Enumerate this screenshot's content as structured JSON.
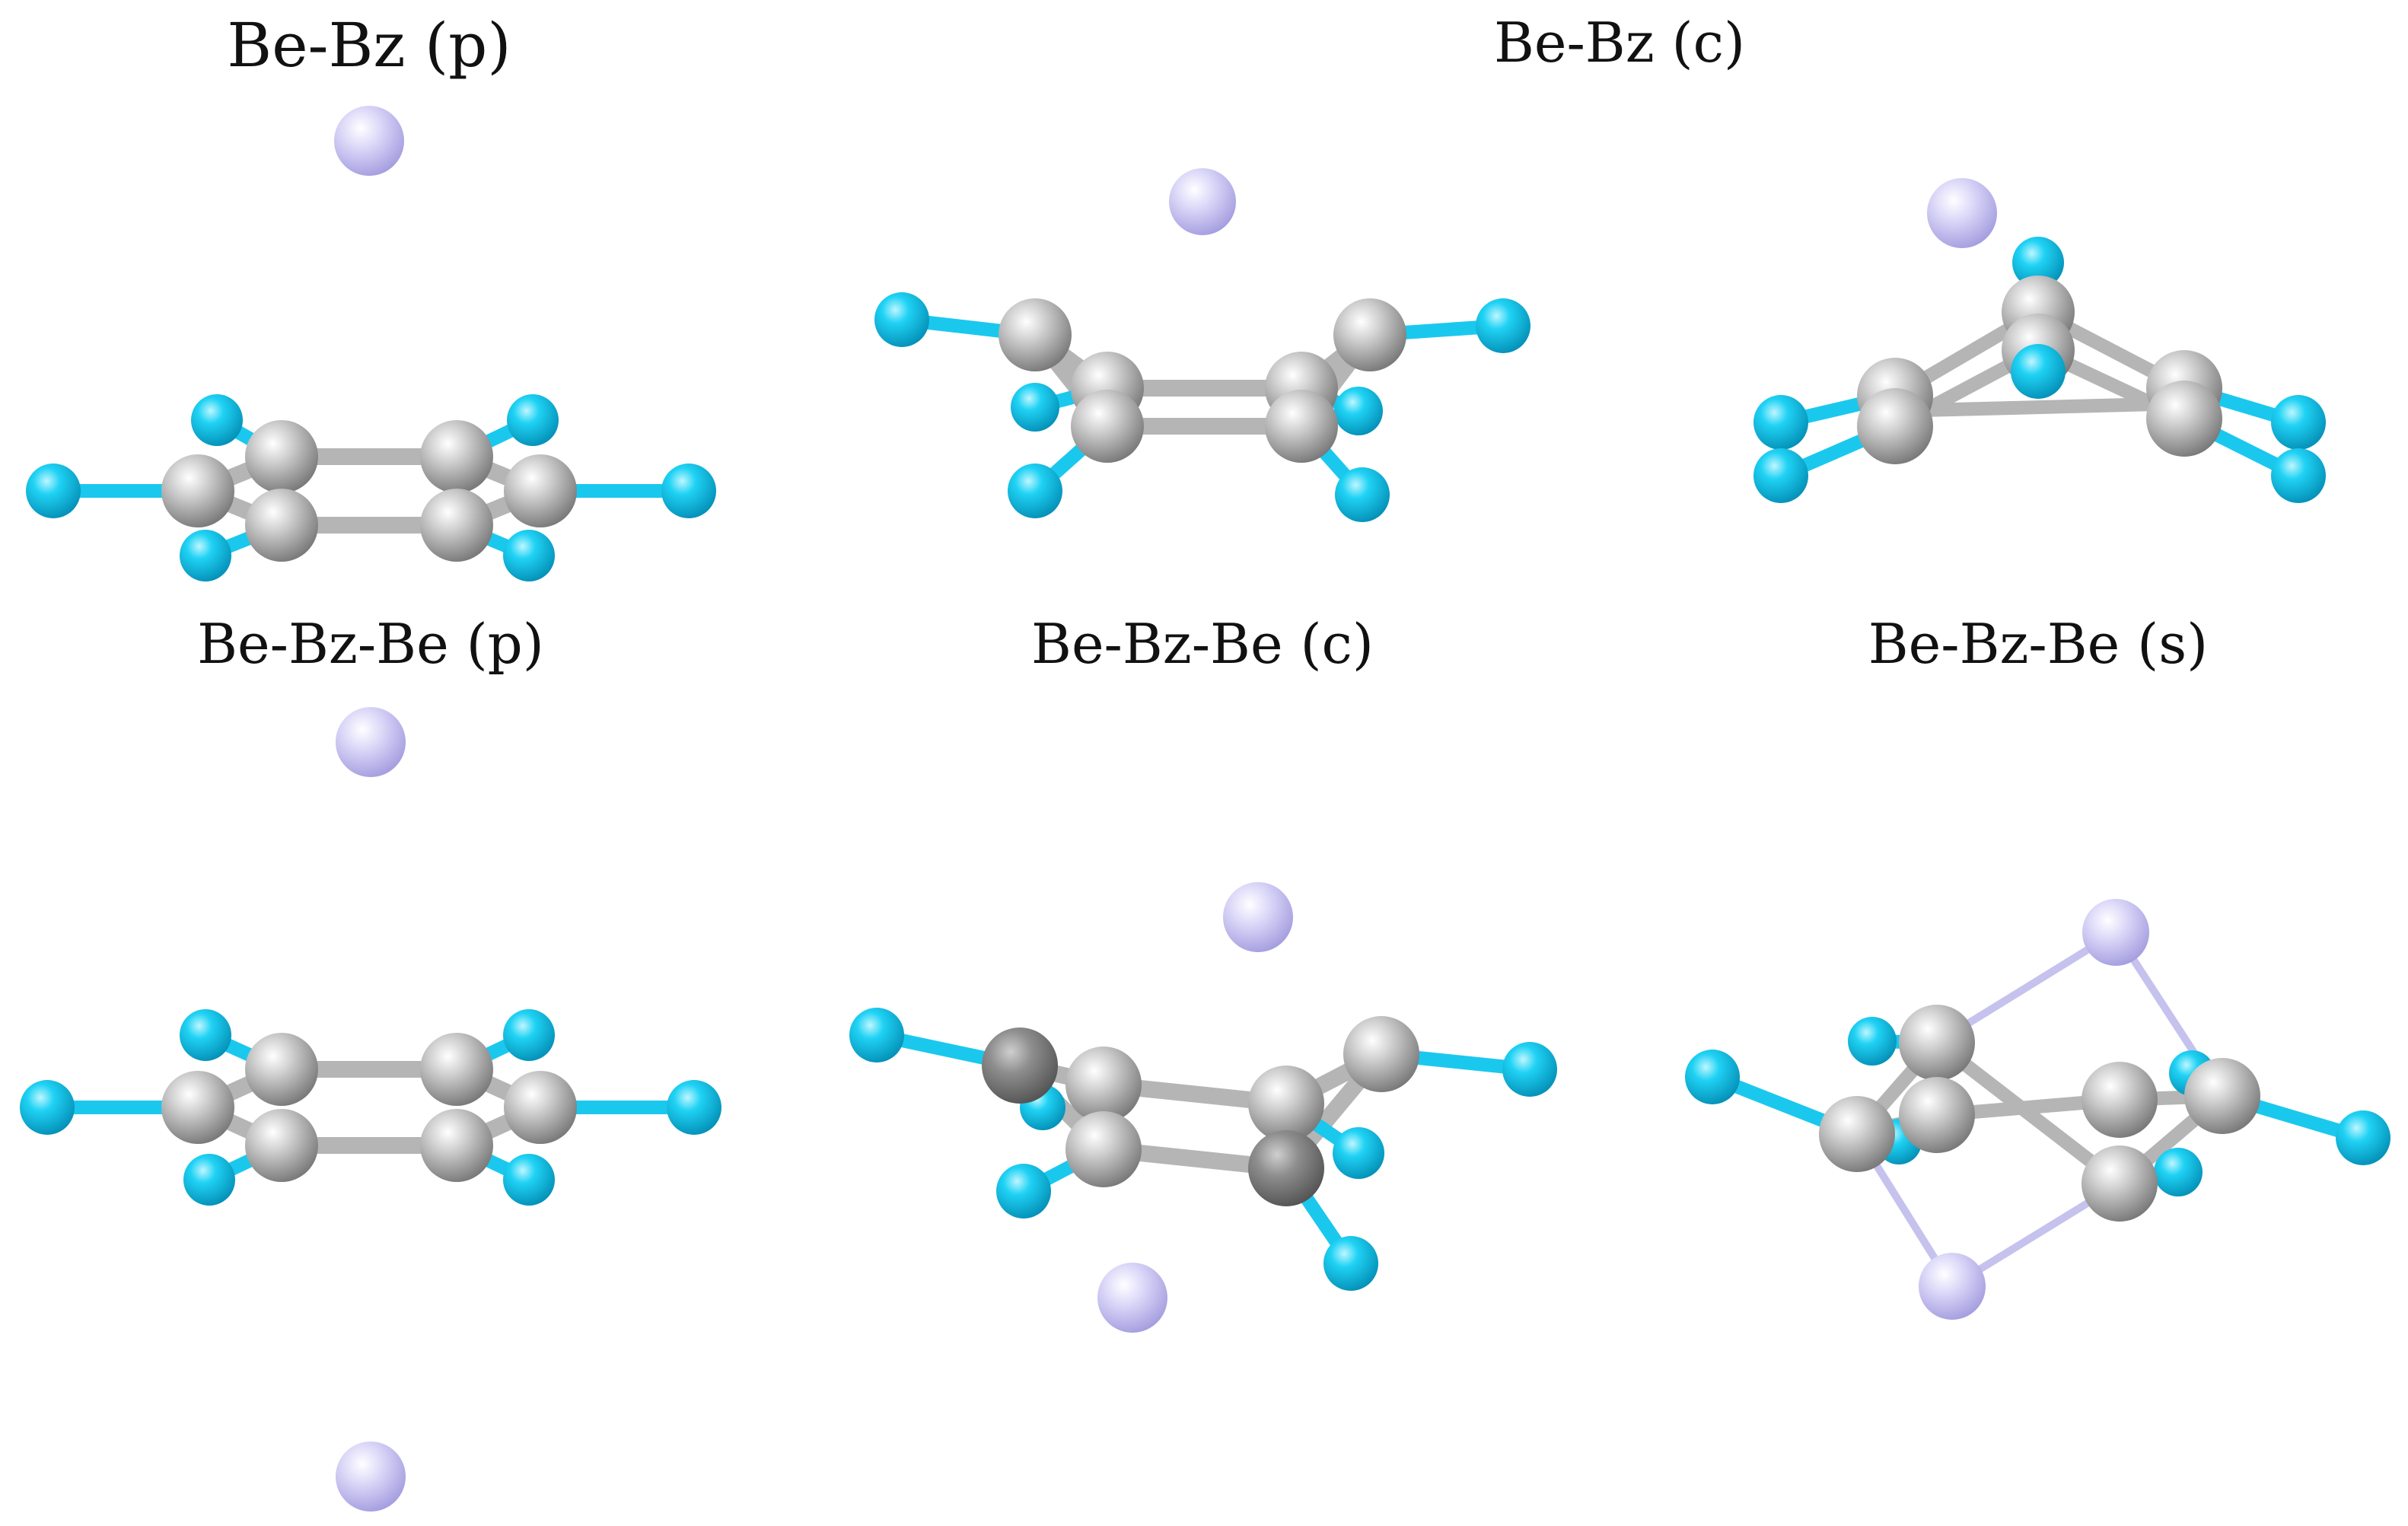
{
  "labels": {
    "be_bz_p": "Be-Bz (p)",
    "be_bz_c": "Be-Bz (c)",
    "be_bz_be_p": "Be-Bz-Be (p)",
    "be_bz_be_c": "Be-Bz-Be (c)",
    "be_bz_be_s": "Be-Bz-Be (s)"
  },
  "atom_colors": {
    "be": "#c8c4f2",
    "c": "#a9a9a9",
    "h": "#12c6ec"
  }
}
